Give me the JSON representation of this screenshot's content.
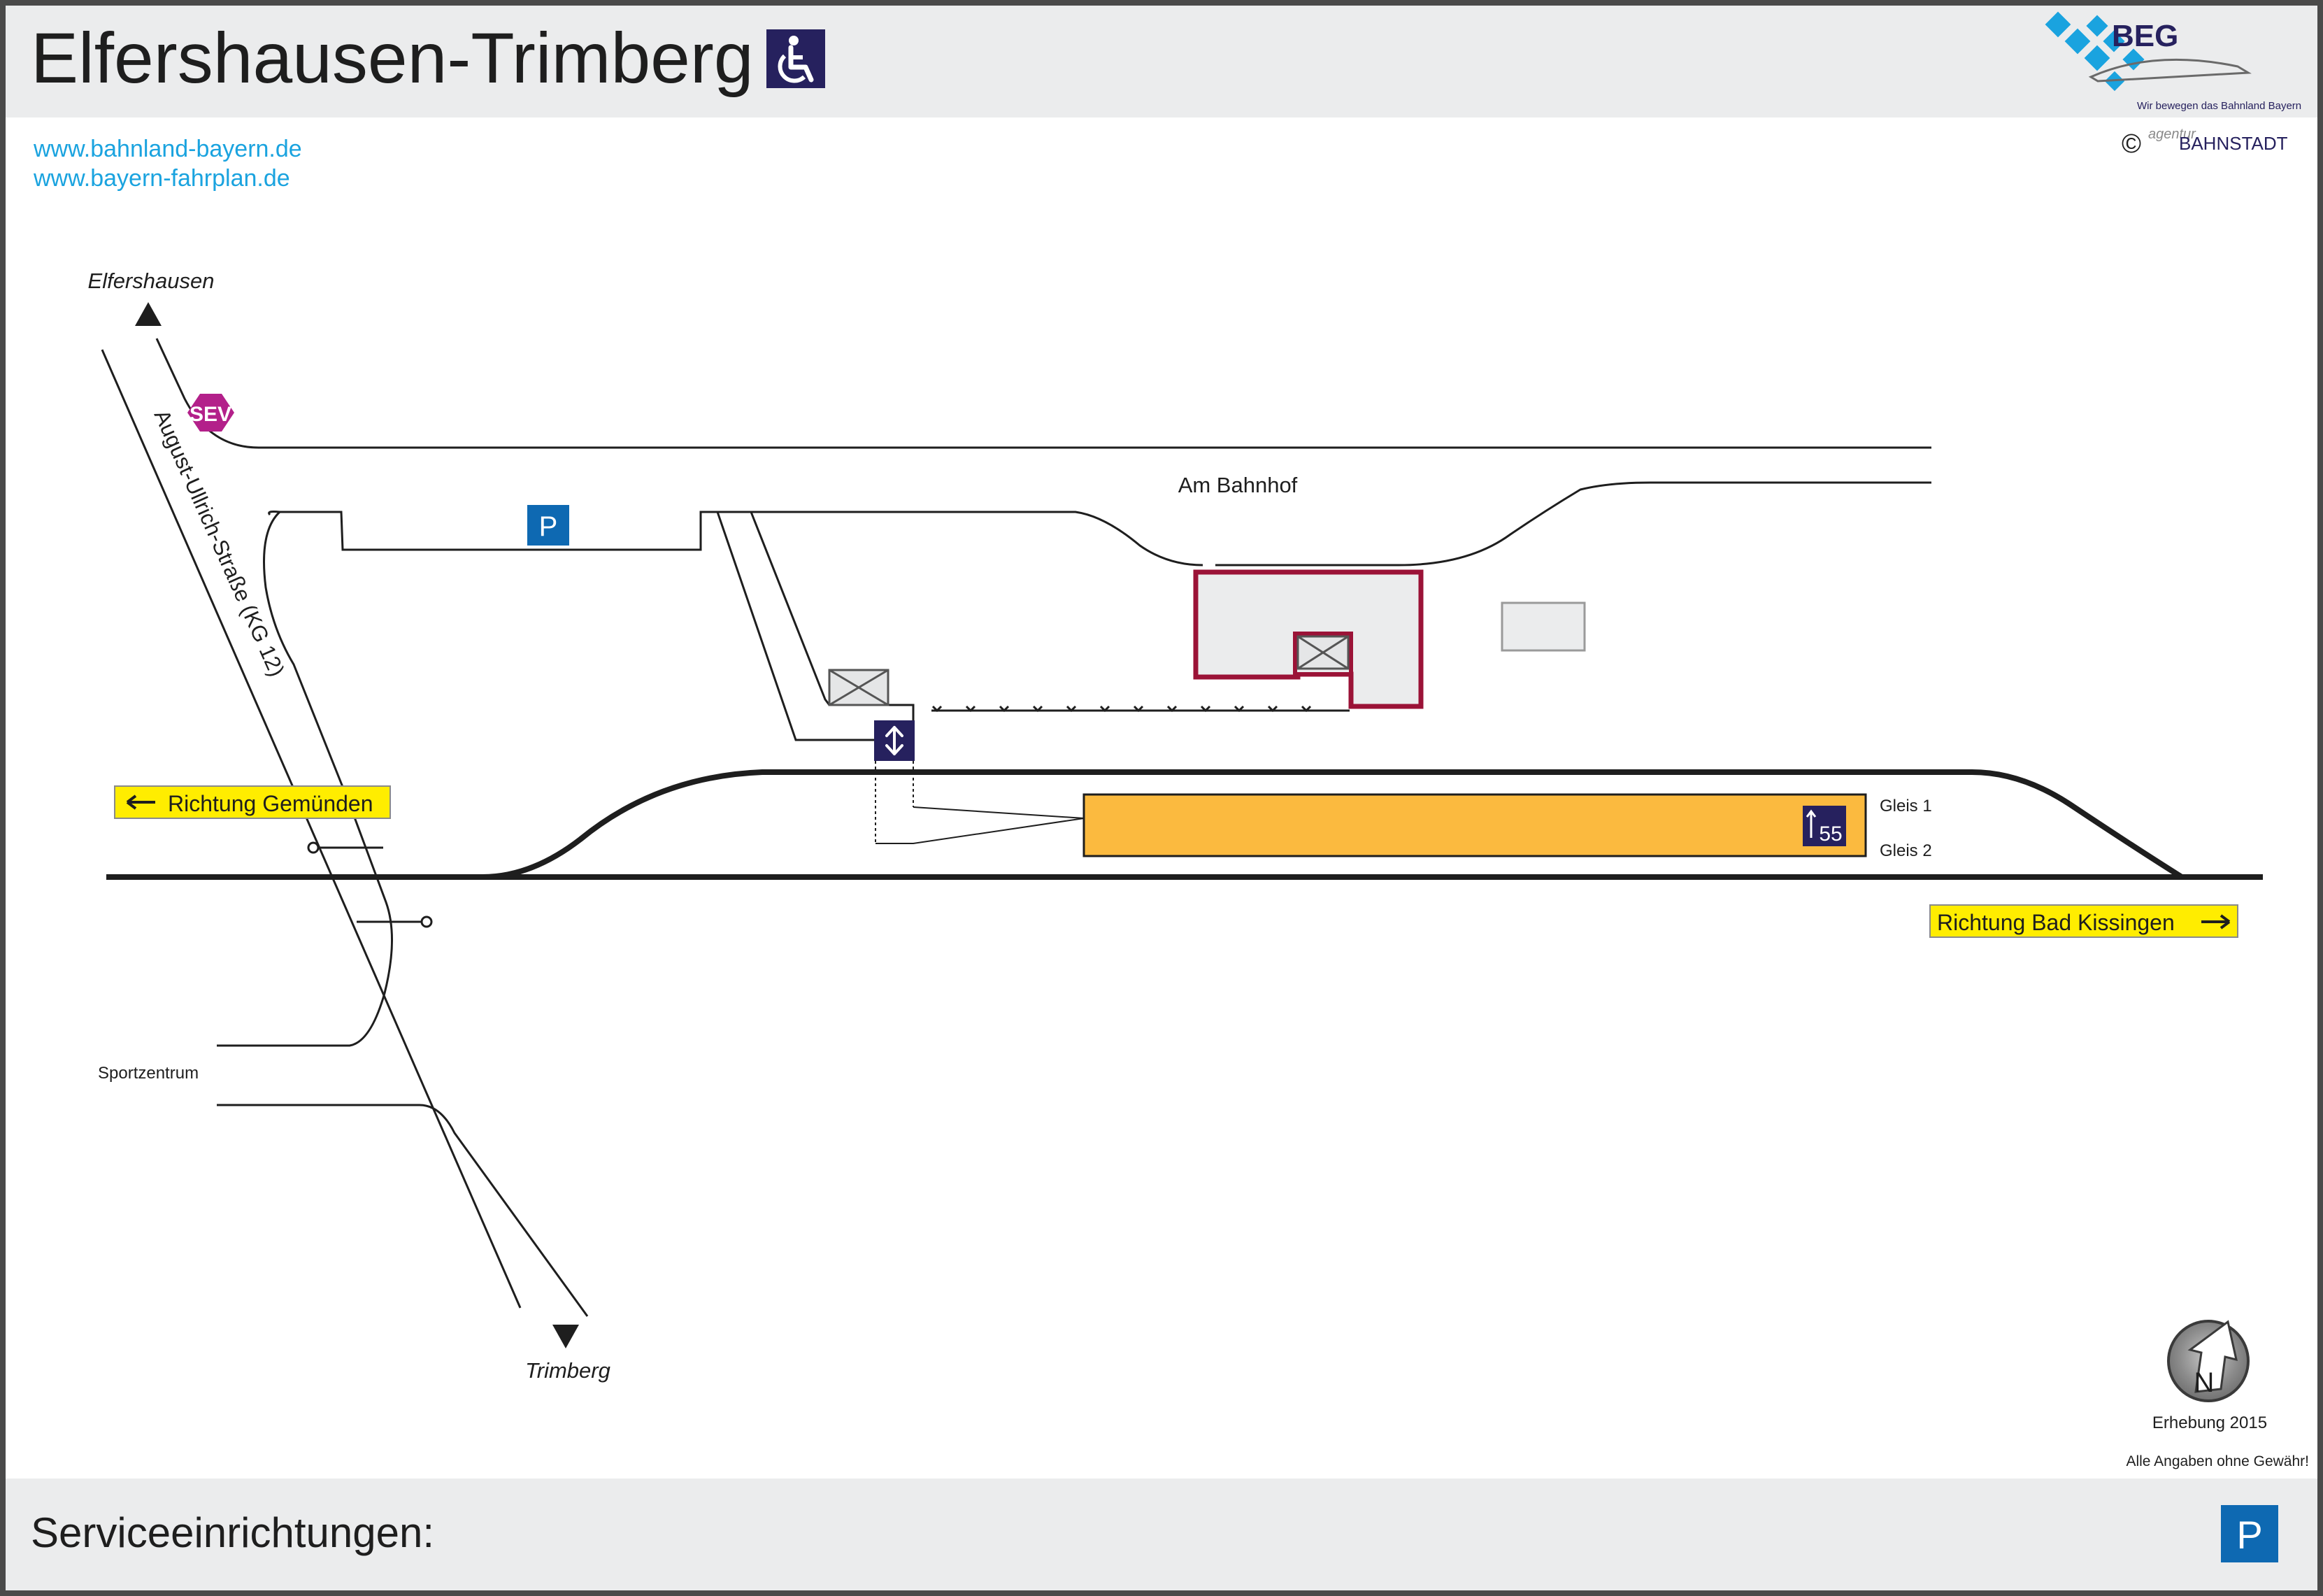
{
  "header": {
    "title": "Elfershausen-Trimberg",
    "wheelchair_icon": "wheelchair-icon",
    "links": [
      "www.bahnland-bayern.de",
      "www.bayern-fahrplan.de"
    ]
  },
  "logo": {
    "brand": "BEG",
    "tagline": "Wir bewegen das Bahnland Bayern",
    "copyright_symbol": "©",
    "credit_small": "agentur",
    "credit": "BAHNSTADT"
  },
  "map": {
    "direction_north_place": "Elfershausen",
    "direction_south_place": "Trimberg",
    "street_main": "August-Ullrich-Straße (KG 12)",
    "street_station": "Am Bahnhof",
    "sportzentrum": "Sportzentrum",
    "sev_badge": "SEV",
    "parking_letter": "P",
    "elevator_icon": "elevator-icon",
    "platform_height": "55",
    "track_1": "Gleis 1",
    "track_2": "Gleis 2",
    "direction_west": "Richtung Gemünden",
    "direction_east": "Richtung Bad Kissingen",
    "north_letter": "N",
    "survey": "Erhebung 2015",
    "disclaimer": "Alle Angaben ohne Gewähr!"
  },
  "footer": {
    "service_label": "Serviceeinrichtungen:",
    "service_icons": [
      "parking-icon"
    ],
    "parking_letter": "P"
  },
  "colors": {
    "header_bg": "#ebeced",
    "link": "#1aa3df",
    "platform": "#fbba3f",
    "building_outline": "#9b1337",
    "sev": "#b3208a",
    "parking": "#0e69b2",
    "icon_dark": "#26215e",
    "direction_sign": "#ffed00"
  }
}
